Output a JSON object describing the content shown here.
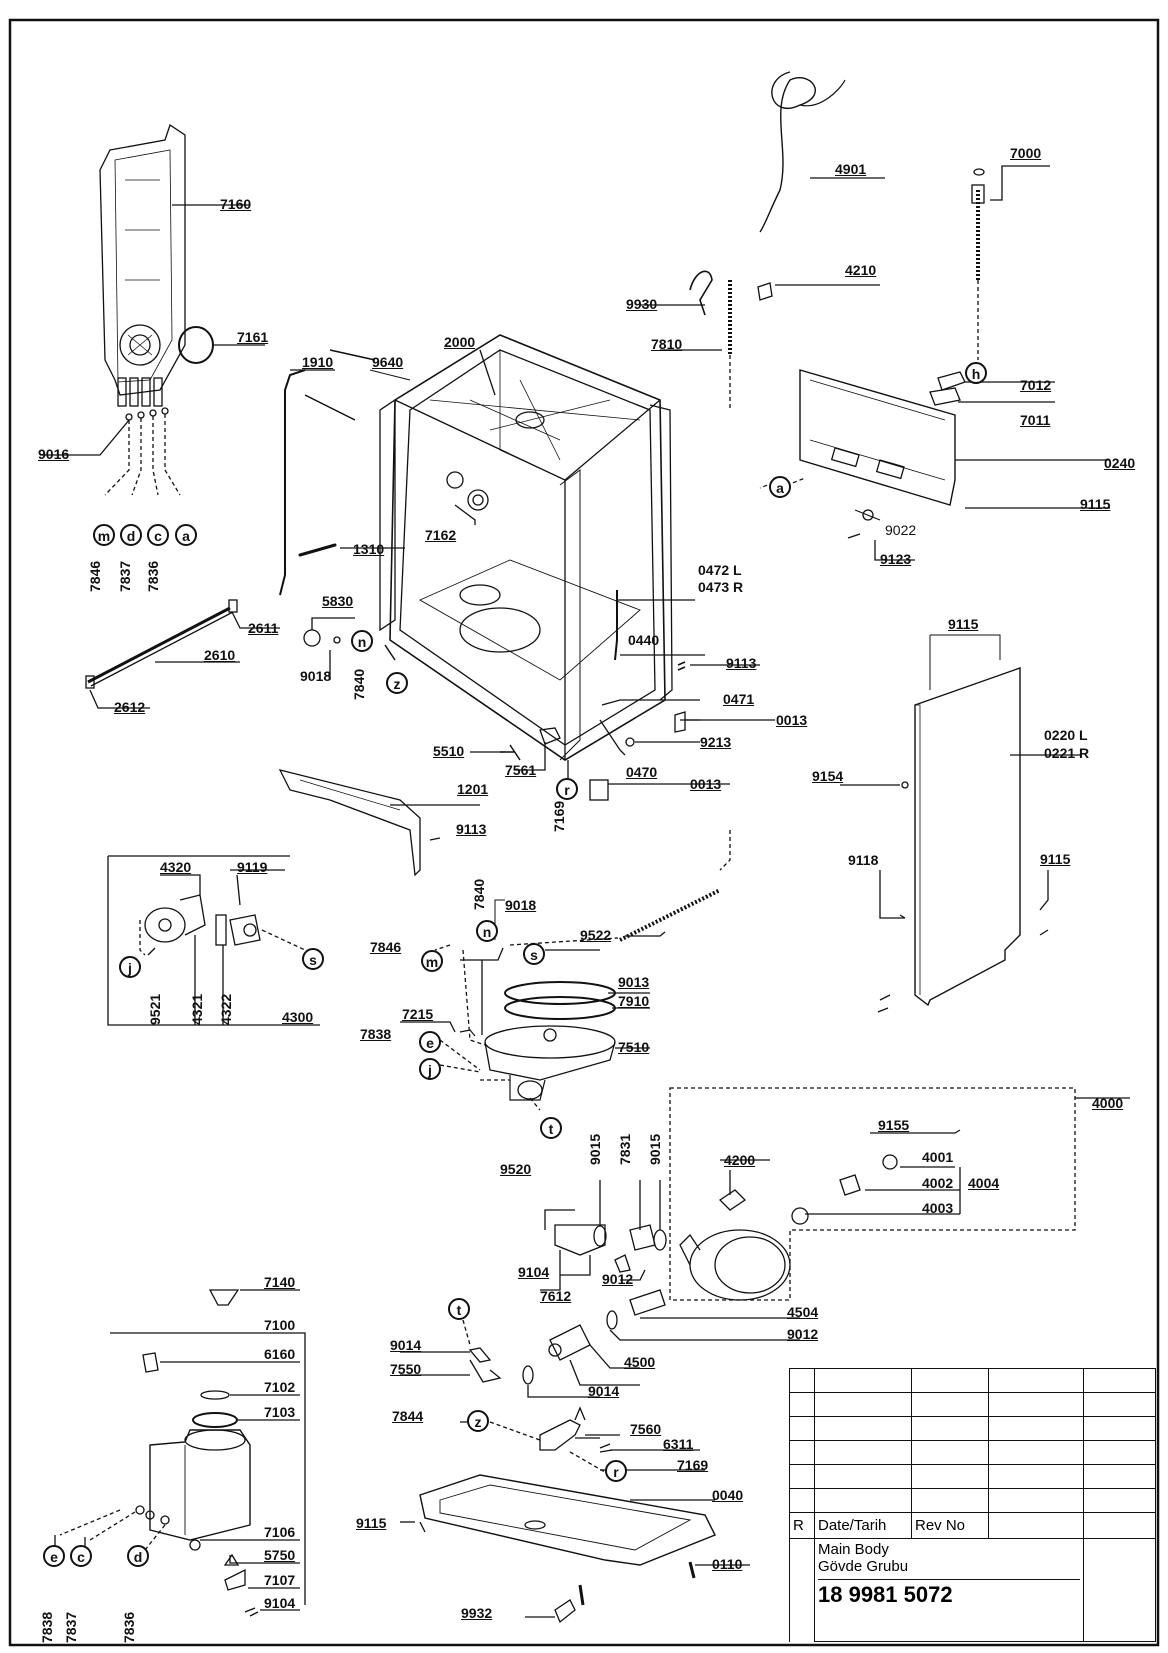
{
  "parts": {
    "p7160": "7160",
    "p7161": "7161",
    "p9016": "9016",
    "p1910": "1910",
    "p9640": "9640",
    "p2000": "2000",
    "p4901": "4901",
    "p7000": "7000",
    "p4210": "4210",
    "p9930": "9930",
    "p7810": "7810",
    "p7012": "7012",
    "p7011": "7011",
    "p0240": "0240",
    "p9115a": "9115",
    "p9022": "9022",
    "p9123": "9123",
    "p7162": "7162",
    "p1310": "1310",
    "p0472": "0472 L",
    "p0473": "0473 R",
    "p5830": "5830",
    "p2611": "2611",
    "p2610": "2610",
    "p2612": "2612",
    "p9018a": "9018",
    "p7840a": "7840",
    "p0440": "0440",
    "p9113a": "9113",
    "p0471": "0471",
    "p0013a": "0013",
    "p9213": "9213",
    "p0470": "0470",
    "p5510": "5510",
    "p7561": "7561",
    "p0013b": "0013",
    "p7169a": "7169",
    "p1201": "1201",
    "p9113b": "9113",
    "p9115b": "9115",
    "p0220": "0220 L",
    "p0221": "0221 R",
    "p9154": "9154",
    "p9118": "9118",
    "p9115c": "9115",
    "p4320": "4320",
    "p9119": "9119",
    "p9521": "9521",
    "p4321": "4321",
    "p4322": "4322",
    "p4300": "4300",
    "p7840b": "7840",
    "p9018b": "9018",
    "p7846a": "7846",
    "p9522": "9522",
    "p9013": "9013",
    "p7910": "7910",
    "p7215": "7215",
    "p7838a": "7838",
    "p7510": "7510",
    "p4000": "4000",
    "p9155": "9155",
    "p4001": "4001",
    "p4002": "4002",
    "p4004": "4004",
    "p4003": "4003",
    "p4200": "4200",
    "p9015a": "9015",
    "p7831": "7831",
    "p9015b": "9015",
    "p9520": "9520",
    "p9104a": "9104",
    "p7612": "7612",
    "p9012a": "9012",
    "p4504": "4504",
    "p9012b": "9012",
    "p7140": "7140",
    "p7100": "7100",
    "p6160": "6160",
    "p7102": "7102",
    "p7103": "7103",
    "p9014a": "9014",
    "p7550": "7550",
    "p4500": "4500",
    "p9014b": "9014",
    "p7844": "7844",
    "p7560": "7560",
    "p6311": "6311",
    "p7169b": "7169",
    "p0040": "0040",
    "p9115d": "9115",
    "p7106": "7106",
    "p5750": "5750",
    "p7107": "7107",
    "p9104b": "9104",
    "p0110": "0110",
    "p9932": "9932",
    "p7838b": "7838",
    "p7837a": "7837",
    "p7836a": "7836",
    "p7846b": "7846",
    "p7837b": "7837",
    "p7836b": "7836"
  },
  "circles": {
    "m1": "m",
    "d1": "d",
    "c1": "c",
    "a1": "a",
    "n1": "n",
    "z1": "z",
    "r1": "r",
    "h1": "h",
    "a2": "a",
    "j1": "j",
    "s1": "s",
    "n2": "n",
    "s2": "s",
    "m2": "m",
    "e1": "e",
    "j2": "j",
    "t1": "t",
    "t2": "t",
    "z2": "z",
    "r2": "r",
    "e2": "e",
    "c2": "c",
    "d2": "d"
  },
  "title_block": {
    "r_label": "R",
    "date_label": "Date/Tarih",
    "rev_label": "Rev No",
    "title_en": "Main Body",
    "title_tr": "Gövde Grubu",
    "doc_number": "18 9981 5072"
  }
}
